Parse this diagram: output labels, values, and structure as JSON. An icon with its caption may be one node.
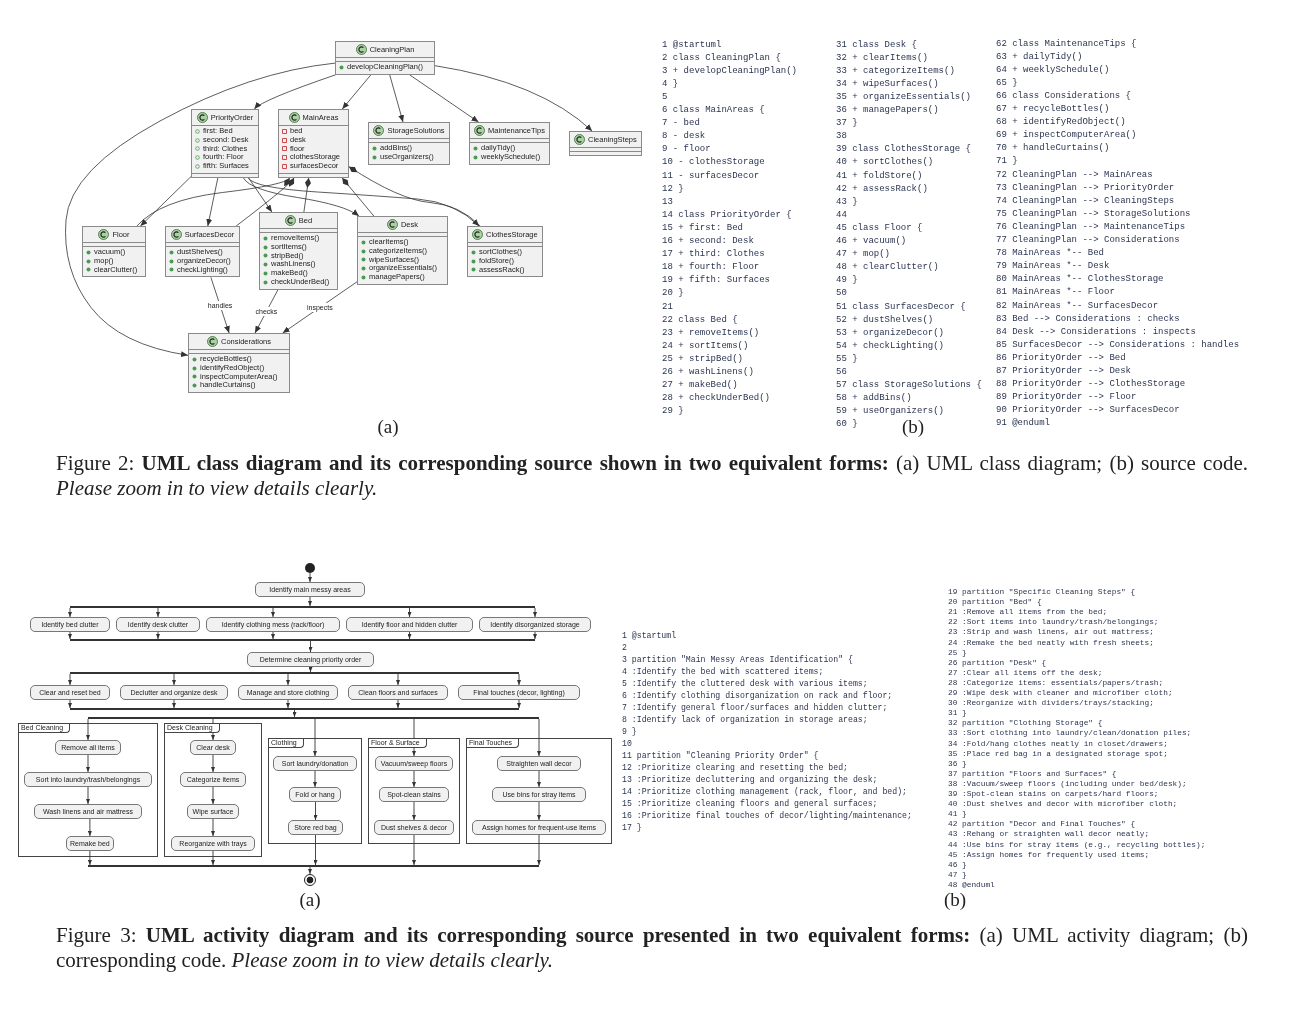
{
  "diagram": {
    "nodes": [
      {
        "text": [
          "CleaningPlan",
          "developCleaningPlan()"
        ]
      },
      {
        "text": [
          "PriorityOrder",
          "first: Bed",
          "second: Desk",
          "third: Clothes",
          "fourth: Floor",
          "fifth: Surfaces"
        ]
      },
      {
        "text": [
          "MainAreas",
          "bed",
          "desk",
          "floor",
          "clothesStorage",
          "surfacesDecor"
        ]
      },
      {
        "text": [
          "StorageSolutions",
          "addBins()",
          "useOrganizers()"
        ]
      },
      {
        "text": [
          "MaintenanceTips",
          "dailyTidy()",
          "weeklySchedule()"
        ]
      },
      {
        "text": [
          "CleaningSteps"
        ]
      },
      {
        "text": [
          "Floor",
          "vacuum()",
          "mop()",
          "clearClutter()"
        ]
      },
      {
        "text": [
          "SurfacesDecor",
          "dustShelves()",
          "organizeDecor()",
          "checkLighting()"
        ]
      },
      {
        "text": [
          "Bed",
          "removeItems()",
          "sortItems()",
          "stripBed()",
          "washLinens()",
          "makeBed()",
          "checkUnderBed()"
        ]
      },
      {
        "text": [
          "Desk",
          "clearItems()",
          "categorizeItems()",
          "wipeSurfaces()",
          "organizeEssentials()",
          "managePapers()"
        ]
      },
      {
        "text": [
          "ClothesStorage",
          "sortClothes()",
          "foldStore()",
          "assessRack()"
        ]
      },
      {
        "text": [
          "Considerations",
          "recycleBottles()",
          "identifyRedObject()",
          "inspectComputerArea()",
          "handleCurtains()"
        ]
      },
      {
        "text": [],
        "shape": "circle"
      },
      {
        "text": [
          "Identify main messy areas"
        ]
      },
      {
        "text": [],
        "shape": "bar"
      },
      {
        "text": [
          "Identify bed clutter"
        ]
      },
      {
        "text": [
          "Identify desk clutter"
        ]
      },
      {
        "text": [
          "Identify clothing mess (rack/floor)"
        ]
      },
      {
        "text": [
          "Identify floor and hidden clutter"
        ]
      },
      {
        "text": [
          "Identify disorganized storage"
        ]
      },
      {
        "text": [],
        "shape": "bar"
      },
      {
        "text": [
          "Determine cleaning priority order"
        ]
      },
      {
        "text": [],
        "shape": "bar"
      },
      {
        "text": [
          "Clear and reset bed"
        ]
      },
      {
        "text": [
          "Declutter and organize desk"
        ]
      },
      {
        "text": [
          "Manage and store clothing"
        ]
      },
      {
        "text": [
          "Clean floors and surfaces"
        ]
      },
      {
        "text": [
          "Final touches (decor, lighting)"
        ]
      },
      {
        "text": [],
        "shape": "bar"
      },
      {
        "text": [],
        "shape": "bar"
      },
      {
        "text": [
          "Bed Cleaning"
        ]
      },
      {
        "text": [
          "Remove all items"
        ],
        "in": 30
      },
      {
        "text": [
          "Sort into laundry/trash/belongings"
        ],
        "in": 30
      },
      {
        "text": [
          "Wash linens and air mattress"
        ],
        "in": 30
      },
      {
        "text": [
          "Remake bed"
        ],
        "in": 30
      },
      {
        "text": [
          "Desk Cleaning"
        ]
      },
      {
        "text": [
          "Clear desk"
        ],
        "in": 35
      },
      {
        "text": [
          "Categorize items"
        ],
        "in": 35
      },
      {
        "text": [
          "Wipe surface"
        ],
        "in": 35
      },
      {
        "text": [
          "Reorganize with trays"
        ],
        "in": 35
      },
      {
        "text": [
          "Clothing"
        ]
      },
      {
        "text": [
          "Sort laundry/donation"
        ],
        "in": 40
      },
      {
        "text": [
          "Fold or hang"
        ],
        "in": 40
      },
      {
        "text": [
          "Store red bag"
        ],
        "in": 40
      },
      {
        "text": [
          "Floor & Surface"
        ]
      },
      {
        "text": [
          "Vacuum/sweep floors"
        ],
        "in": 44
      },
      {
        "text": [
          "Spot-clean stains"
        ],
        "in": 44
      },
      {
        "text": [
          "Dust shelves & decor"
        ],
        "in": 44
      },
      {
        "text": [
          "Final Touches"
        ]
      },
      {
        "text": [
          "Straighten wall decor"
        ],
        "in": 48
      },
      {
        "text": [
          "Use bins for stray items"
        ],
        "in": 48
      },
      {
        "text": [
          "Assign homes for frequent-use items"
        ],
        "in": 48
      },
      {
        "text": [],
        "shape": "bar"
      },
      {
        "text": [],
        "shape": "circle"
      }
    ],
    "edges": [
      {
        "from": 0,
        "to": 2,
        "arrow": "to"
      },
      {
        "from": 0,
        "to": 1,
        "arrow": "to"
      },
      {
        "from": 0,
        "to": 5,
        "arrow": "to"
      },
      {
        "from": 0,
        "to": 3,
        "arrow": "to"
      },
      {
        "from": 0,
        "to": 4,
        "arrow": "to"
      },
      {
        "from": 0,
        "to": 11,
        "arrow": "to"
      },
      {
        "from": 2,
        "to": 8,
        "arrow": "other"
      },
      {
        "from": 2,
        "to": 9,
        "arrow": "other"
      },
      {
        "from": 2,
        "to": 10,
        "arrow": "other"
      },
      {
        "from": 2,
        "to": 6,
        "arrow": "other"
      },
      {
        "from": 2,
        "to": 7,
        "arrow": "other"
      },
      {
        "from": 8,
        "to": 11,
        "arrow": "to",
        "label": "checks"
      },
      {
        "from": 9,
        "to": 11,
        "arrow": "to",
        "label": "inspects"
      },
      {
        "from": 7,
        "to": 11,
        "arrow": "to",
        "label": "handles"
      },
      {
        "from": 1,
        "to": 8,
        "arrow": "to"
      },
      {
        "from": 1,
        "to": 9,
        "arrow": "to"
      },
      {
        "from": 1,
        "to": 10,
        "arrow": "to"
      },
      {
        "from": 1,
        "to": 6,
        "arrow": "to"
      },
      {
        "from": 1,
        "to": 7,
        "arrow": "to"
      },
      {
        "from": 12,
        "to": 13,
        "arrow": "to"
      },
      {
        "from": 13,
        "to": 14,
        "arrow": "to"
      },
      {
        "from": 14,
        "to": 15,
        "arrow": "to"
      },
      {
        "from": 14,
        "to": 16,
        "arrow": "to"
      },
      {
        "from": 14,
        "to": 17,
        "arrow": "to"
      },
      {
        "from": 14,
        "to": 18,
        "arrow": "to"
      },
      {
        "from": 14,
        "to": 19,
        "arrow": "to"
      },
      {
        "from": 15,
        "to": 20,
        "arrow": "to"
      },
      {
        "from": 16,
        "to": 20,
        "arrow": "to"
      },
      {
        "from": 17,
        "to": 20,
        "arrow": "to"
      },
      {
        "from": 18,
        "to": 20,
        "arrow": "to"
      },
      {
        "from": 19,
        "to": 20,
        "arrow": "to"
      },
      {
        "from": 20,
        "to": 21,
        "arrow": "to"
      },
      {
        "from": 21,
        "to": 22,
        "arrow": "to"
      },
      {
        "from": 22,
        "to": 23,
        "arrow": "to"
      },
      {
        "from": 22,
        "to": 24,
        "arrow": "to"
      },
      {
        "from": 22,
        "to": 25,
        "arrow": "to"
      },
      {
        "from": 22,
        "to": 26,
        "arrow": "to"
      },
      {
        "from": 22,
        "to": 27,
        "arrow": "to"
      },
      {
        "from": 23,
        "to": 28,
        "arrow": "to"
      },
      {
        "from": 24,
        "to": 28,
        "arrow": "to"
      },
      {
        "from": 25,
        "to": 28,
        "arrow": "to"
      },
      {
        "from": 26,
        "to": 28,
        "arrow": "to"
      },
      {
        "from": 27,
        "to": 28,
        "arrow": "to"
      },
      {
        "from": 28,
        "to": 29,
        "arrow": "to"
      },
      {
        "from": 29,
        "to": 31,
        "arrow": "to"
      },
      {
        "from": 29,
        "to": 36,
        "arrow": "to"
      },
      {
        "from": 29,
        "to": 41,
        "arrow": "to"
      },
      {
        "from": 29,
        "to": 45,
        "arrow": "to"
      },
      {
        "from": 29,
        "to": 49,
        "arrow": "to"
      },
      {
        "from": 31,
        "to": 32,
        "arrow": "to"
      },
      {
        "from": 32,
        "to": 33,
        "arrow": "to"
      },
      {
        "from": 33,
        "to": 34,
        "arrow": "to"
      },
      {
        "from": 36,
        "to": 37,
        "arrow": "to"
      },
      {
        "from": 37,
        "to": 38,
        "arrow": "to"
      },
      {
        "from": 38,
        "to": 39,
        "arrow": "to"
      },
      {
        "from": 41,
        "to": 42,
        "arrow": "to"
      },
      {
        "from": 42,
        "to": 43,
        "arrow": "to"
      },
      {
        "from": 45,
        "to": 46,
        "arrow": "to"
      },
      {
        "from": 46,
        "to": 47,
        "arrow": "to"
      },
      {
        "from": 49,
        "to": 50,
        "arrow": "to"
      },
      {
        "from": 50,
        "to": 51,
        "arrow": "to"
      },
      {
        "from": 34,
        "to": 52,
        "arrow": "to"
      },
      {
        "from": 39,
        "to": 52,
        "arrow": "to"
      },
      {
        "from": 43,
        "to": 52,
        "arrow": "to"
      },
      {
        "from": 47,
        "to": 52,
        "arrow": "to"
      },
      {
        "from": 51,
        "to": 52,
        "arrow": "to"
      },
      {
        "from": 52,
        "to": 53,
        "arrow": "to"
      }
    ],
    "labels": [
      "1 @startuml",
      "2 class CleaningPlan {",
      "3 + developCleaningPlan()",
      "4 }",
      "5",
      "6 class MainAreas {",
      "7 - bed",
      "8 - desk",
      "9 - floor",
      "10 - clothesStorage",
      "11 - surfacesDecor",
      "12 }",
      "13",
      "14 class PriorityOrder {",
      "15 + first: Bed",
      "16 + second: Desk",
      "17 + third: Clothes",
      "18 + fourth: Floor",
      "19 + fifth: Surfaces",
      "20 }",
      "21",
      "22 class Bed {",
      "23 + removeItems()",
      "24 + sortItems()",
      "25 + stripBed()",
      "26 + washLinens()",
      "27 + makeBed()",
      "28 + checkUnderBed()",
      "29 }",
      "31 class Desk {",
      "32 + clearItems()",
      "33 + categorizeItems()",
      "34 + wipeSurfaces()",
      "35 + organizeEssentials()",
      "36 + managePapers()",
      "37 }",
      "38",
      "39 class ClothesStorage {",
      "40 + sortClothes()",
      "41 + foldStore()",
      "42 + assessRack()",
      "43 }",
      "44",
      "45 class Floor {",
      "46 + vacuum()",
      "47 + mop()",
      "48 + clearClutter()",
      "49 }",
      "50",
      "51 class SurfacesDecor {",
      "52 + dustShelves()",
      "53 + organizeDecor()",
      "54 + checkLighting()",
      "55 }",
      "56",
      "57 class StorageSolutions {",
      "58 + addBins()",
      "59 + useOrganizers()",
      "60 }",
      "62 class MaintenanceTips {",
      "63 + dailyTidy()",
      "64 + weeklySchedule()",
      "65 }",
      "66 class Considerations {",
      "67 + recycleBottles()",
      "68 + identifyRedObject()",
      "69 + inspectComputerArea()",
      "70 + handleCurtains()",
      "71 }",
      "72 CleaningPlan --> MainAreas",
      "73 CleaningPlan --> PriorityOrder",
      "74 CleaningPlan --> CleaningSteps",
      "75 CleaningPlan --> StorageSolutions",
      "76 CleaningPlan --> MaintenanceTips",
      "77 CleaningPlan --> Considerations",
      "78 MainAreas *-- Bed",
      "79 MainAreas *-- Desk",
      "80 MainAreas *-- ClothesStorage",
      "81 MainAreas *-- Floor",
      "82 MainAreas *-- SurfacesDecor",
      "83 Bed --> Considerations : checks",
      "84 Desk --> Considerations : inspects",
      "85 SurfacesDecor --> Considerations : handles",
      "86 PriorityOrder --> Bed",
      "87 PriorityOrder --> Desk",
      "88 PriorityOrder --> ClothesStorage",
      "89 PriorityOrder --> Floor",
      "90 PriorityOrder --> SurfacesDecor",
      "91 @enduml",
      "(a)",
      "(b)",
      "Figure 2: **UML class diagram and its corresponding source shown in two equivalent forms:** (a) UML class diagram; (b) source code. *Please zoom in to view details clearly.*",
      "1 @startuml",
      "2",
      "3 partition \"Main Messy Areas Identification\" {",
      "4 :Identify the bed with scattered items;",
      "5 :Identify the cluttered desk with various items;",
      "6 :Identify clothing disorganization on rack and floor;",
      "7 :Identify general floor/surfaces and hidden clutter;",
      "8 :Identify lack of organization in storage areas;",
      "9 }",
      "10",
      "11 partition \"Cleaning Priority Order\" {",
      "12 :Prioritize clearing and resetting the bed;",
      "13 :Prioritize decluttering and organizing the desk;",
      "14 :Prioritize clothing management (rack, floor, and bed);",
      "15 :Prioritize cleaning floors and general surfaces;",
      "16 :Prioritize final touches of decor/lighting/maintenance;",
      "17 }",
      "19 partition \"Specific Cleaning Steps\" {",
      "20 partition \"Bed\" {",
      "21 :Remove all items from the bed;",
      "22 :Sort items into laundry/trash/belongings;",
      "23 :Strip and wash linens, air out mattress;",
      "24 :Remake the bed neatly with fresh sheets;",
      "25 }",
      "26 partition \"Desk\" {",
      "27 :Clear all items off the desk;",
      "28 :Categorize items: essentials/papers/trash;",
      "29 :Wipe desk with cleaner and microfiber cloth;",
      "30 :Reorganize with dividers/trays/stacking;",
      "31 }",
      "32 partition \"Clothing Storage\" {",
      "33 :Sort clothing into laundry/clean/donation piles;",
      "34 :Fold/hang clothes neatly in closet/drawers;",
      "35 :Place red bag in a designated storage spot;",
      "36 }",
      "37 partition \"Floors and Surfaces\" {",
      "38 :Vacuum/sweep floors (including under bed/desk);",
      "39 :Spot-clean stains on carpets/hard floors;",
      "40 :Dust shelves and decor with microfiber cloth;",
      "41 }",
      "42 partition \"Decor and Final Touches\" {",
      "43 :Rehang or straighten wall decor neatly;",
      "44 :Use bins for stray items (e.g., recycling bottles);",
      "45 :Assign homes for frequently used items;",
      "46 }",
      "47 }",
      "48 @enduml",
      "(a)",
      "(b)",
      "Figure 3: **UML activity diagram and its corresponding source presented in two equivalent forms:** (a) UML activity diagram; (b) corresponding code. *Please zoom in to view details clearly.*"
    ]
  }
}
